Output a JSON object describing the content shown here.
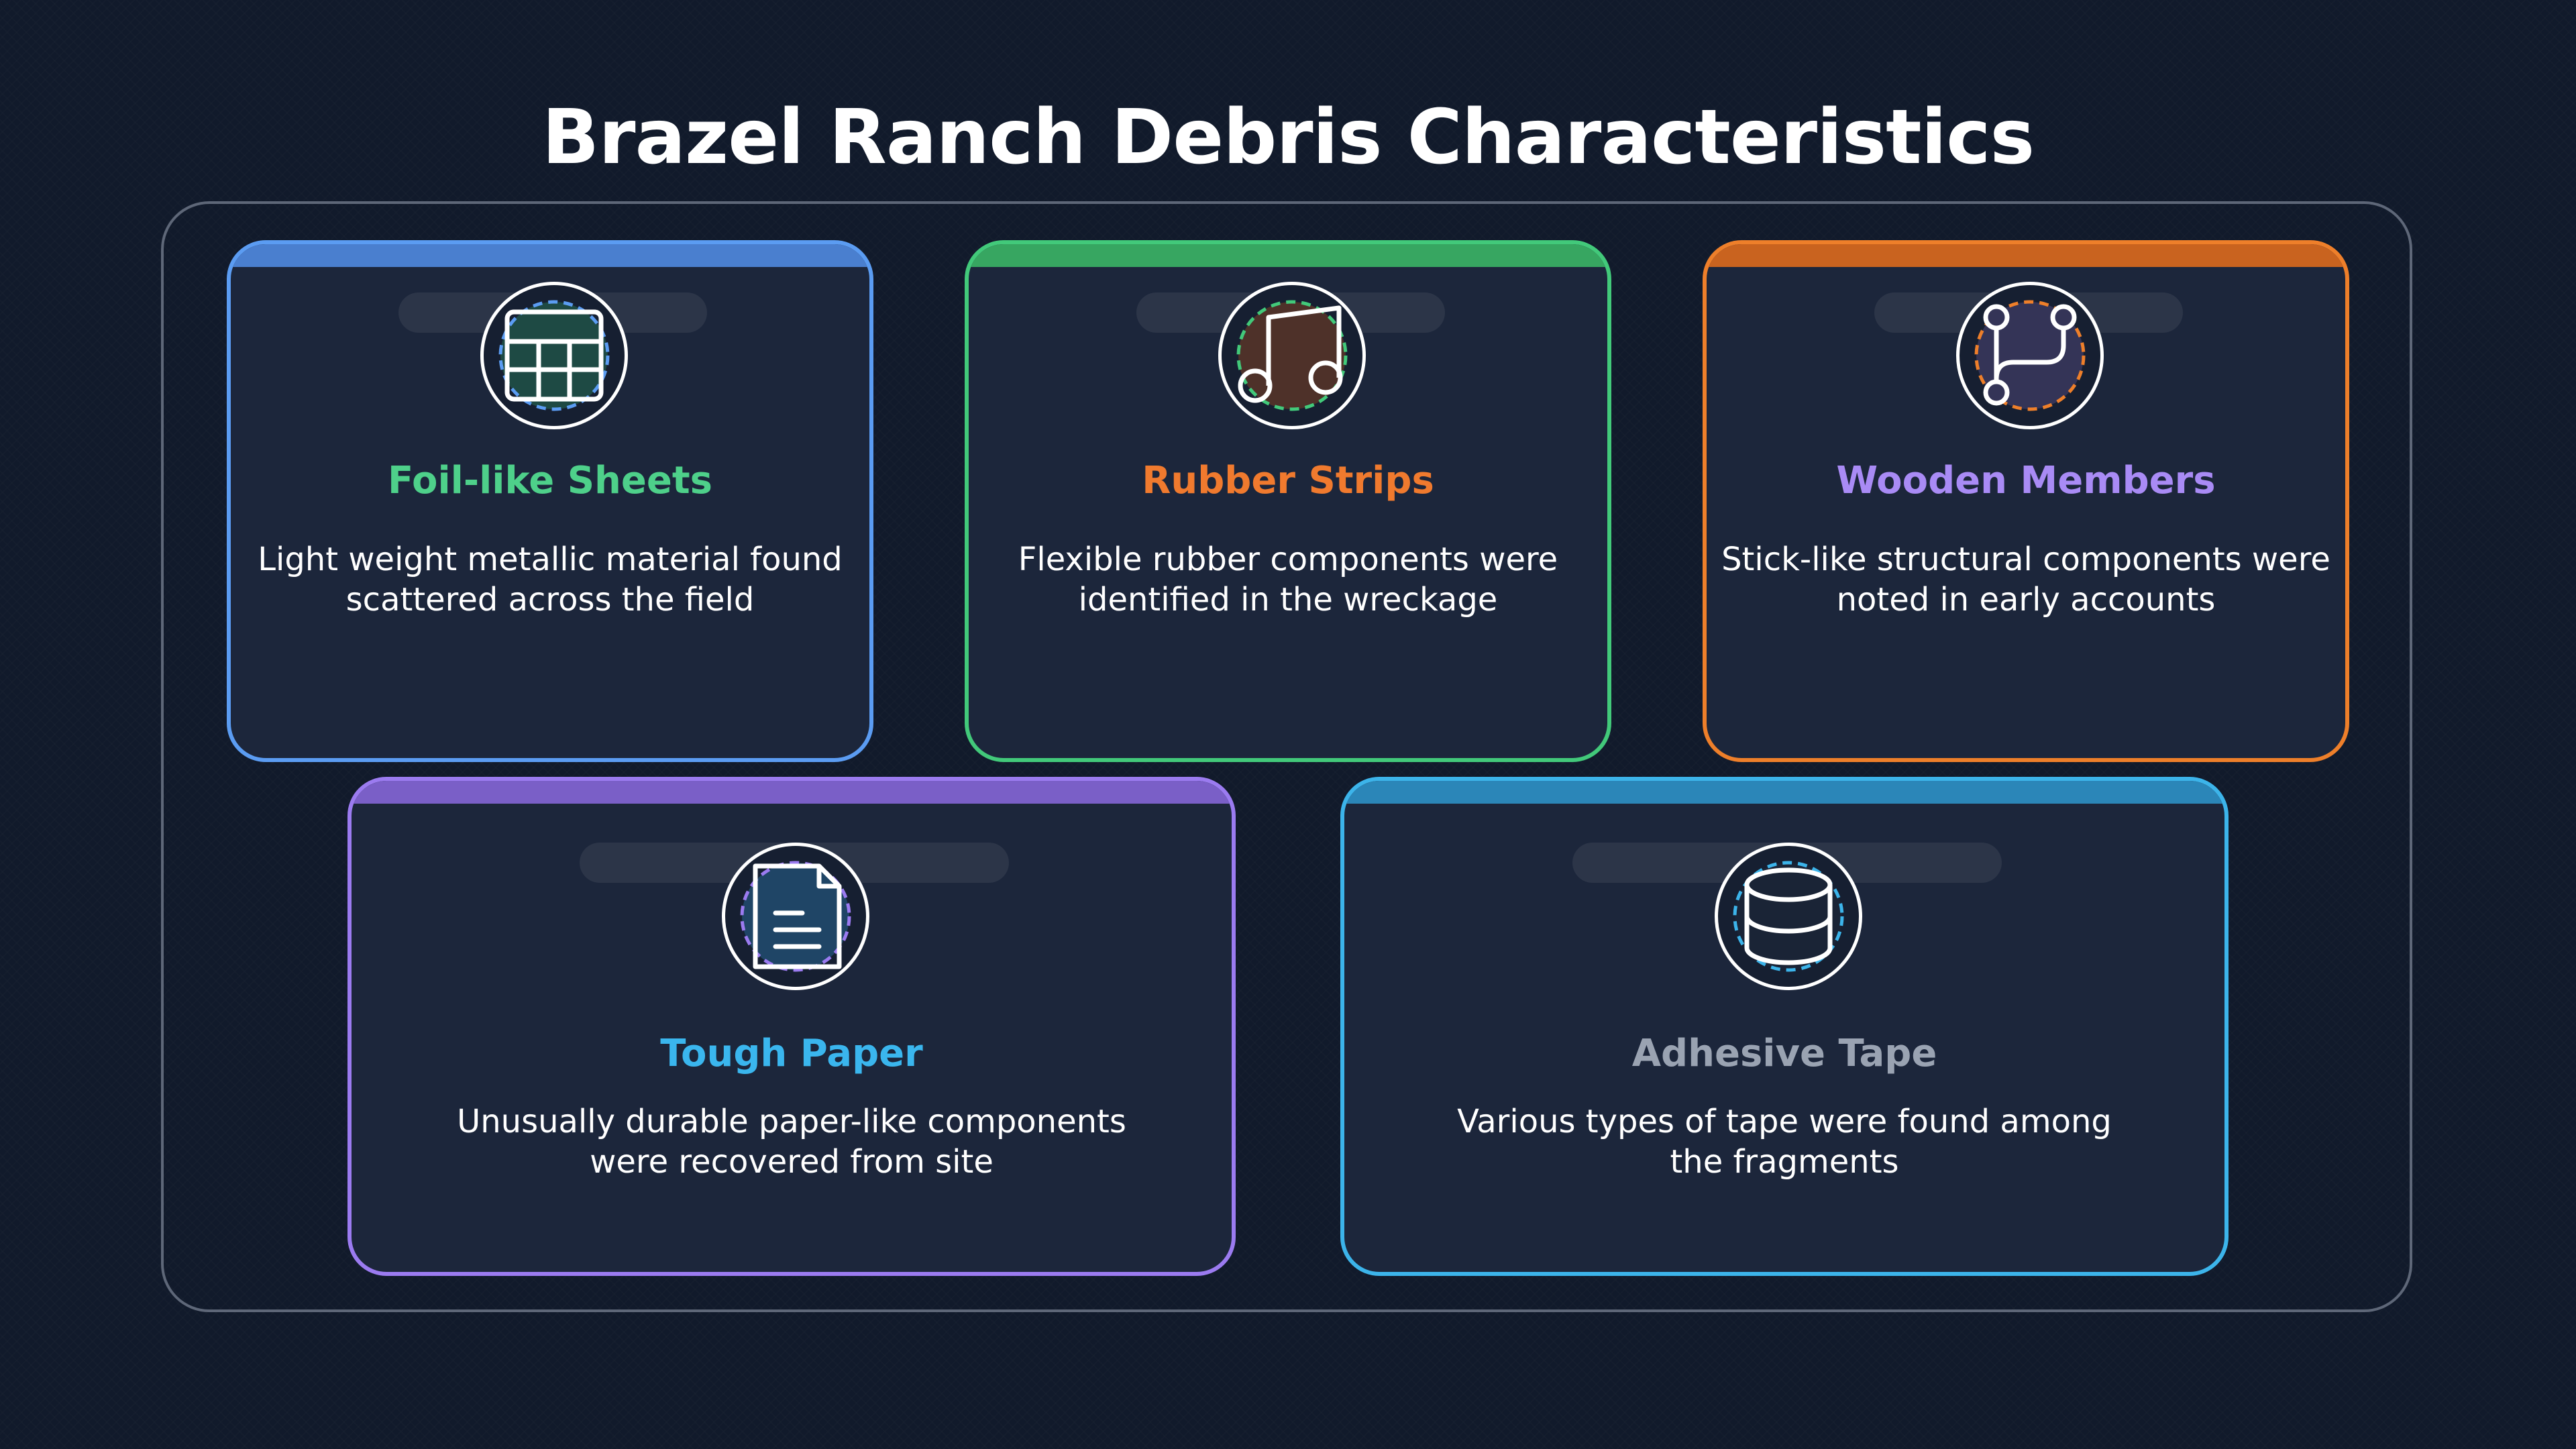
{
  "title": "Brazel Ranch Debris Characteristics",
  "cards": [
    {
      "id": "foil",
      "title": "Foil-like Sheets",
      "title_color": "#4ed08a",
      "border_color": "#5b9cf2",
      "bar_color": "#4a7fcf",
      "icon": "table-grid-icon",
      "description_lines": [
        "Light weight metallic material found",
        "scattered across the field"
      ]
    },
    {
      "id": "rubber",
      "title": "Rubber Strips",
      "title_color": "#f07a2e",
      "border_color": "#42c97a",
      "bar_color": "#37a661",
      "icon": "music-note-icon",
      "description_lines": [
        "Flexible rubber components were",
        "identified in the wreckage"
      ]
    },
    {
      "id": "wooden",
      "title": "Wooden Members",
      "title_color": "#a98bf5",
      "border_color": "#ee7f2a",
      "bar_color": "#c9631f",
      "icon": "git-branch-icon",
      "description_lines": [
        "Stick-like structural components were",
        "noted in early accounts"
      ]
    },
    {
      "id": "paper",
      "title": "Tough Paper",
      "title_color": "#3ab6ee",
      "border_color": "#9b7bf0",
      "bar_color": "#7a5fc7",
      "icon": "document-icon",
      "description_lines": [
        "Unusually durable paper-like components",
        "were recovered from site"
      ]
    },
    {
      "id": "tape",
      "title": "Adhesive Tape",
      "title_color": "#9aa3b2",
      "border_color": "#3cb4ea",
      "bar_color": "#2b86b8",
      "icon": "database-icon",
      "description_lines": [
        "Various types of tape were found among",
        "the fragments"
      ]
    }
  ]
}
